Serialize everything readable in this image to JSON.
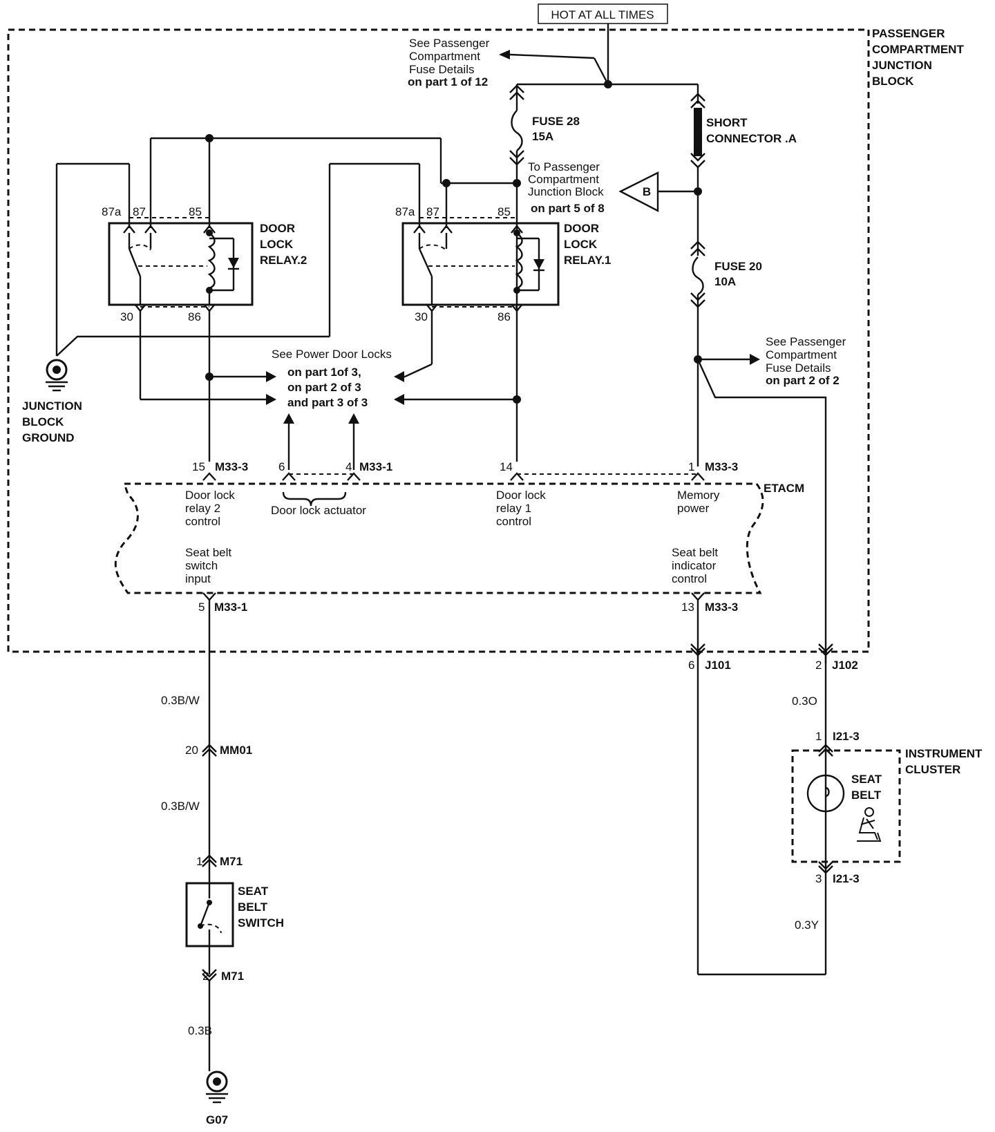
{
  "labels": {
    "hot": "HOT AT ALL TIMES",
    "pcjb": [
      "PASSENGER",
      "COMPARTMENT",
      "JUNCTION",
      "BLOCK"
    ],
    "see_fuse1": [
      "See Passenger",
      "Compartment",
      "Fuse Details"
    ],
    "see_fuse1_b": "on part 1 of 12",
    "fuse28": [
      "FUSE 28",
      "15A"
    ],
    "short_conn": [
      "SHORT",
      "CONNECTOR .A"
    ],
    "to_pcjb": [
      "To Passenger",
      "Compartment",
      "Junction Block"
    ],
    "to_pcjb_b": "on part 5 of 8",
    "tri_b": "B",
    "relay2": [
      "DOOR",
      "LOCK",
      "RELAY.2"
    ],
    "relay1": [
      "DOOR",
      "LOCK",
      "RELAY.1"
    ],
    "pin_87a": "87a",
    "pin_87": "87",
    "pin_85": "85",
    "pin_30": "30",
    "pin_86": "86",
    "fuse20": [
      "FUSE 20",
      "10A"
    ],
    "see_fuse2": [
      "See Passenger",
      "Compartment",
      "Fuse Details"
    ],
    "see_fuse2_b": "on part 2 of 2",
    "see_pdl": "See Power Door Locks",
    "see_pdl_b": [
      "on part 1of 3,",
      "on part 2 of 3",
      "and part 3 of 3"
    ],
    "jb_ground": [
      "JUNCTION",
      "BLOCK",
      "GROUND"
    ],
    "c15": "15",
    "c6": "6",
    "c4": "4",
    "c14": "14",
    "c1": "1",
    "m333": "M33-3",
    "m331": "M33-1",
    "etacm": "ETACM",
    "dl2": [
      "Door lock",
      "relay 2",
      "control"
    ],
    "dla": "Door lock actuator",
    "dl1": [
      "Door lock",
      "relay 1",
      "control"
    ],
    "mem": [
      "Memory",
      "power"
    ],
    "sbsi": [
      "Seat belt",
      "switch",
      "input"
    ],
    "sbic": [
      "Seat belt",
      "indicator",
      "control"
    ],
    "c5": "5",
    "c13": "13",
    "c6b": "6",
    "j101": "J101",
    "c2": "2",
    "j102": "J102",
    "w03bw": "0.3B/W",
    "w03o": "0.3O",
    "c20": "20",
    "mm01": "MM01",
    "c1b": "1",
    "i213": "I21-3",
    "inst": [
      "INSTRUMENT",
      "CLUSTER"
    ],
    "seatbelt": [
      "SEAT",
      "BELT"
    ],
    "w03bw2": "0.3B/W",
    "c1c": "1",
    "m71": "M71",
    "sbs": [
      "SEAT",
      "BELT",
      "SWITCH"
    ],
    "c3": "3",
    "i213b": "I21-3",
    "w03y": "0.3Y",
    "c2b": "2",
    "m71b": "M71",
    "w03b": "0.3B",
    "g07": "G07"
  }
}
